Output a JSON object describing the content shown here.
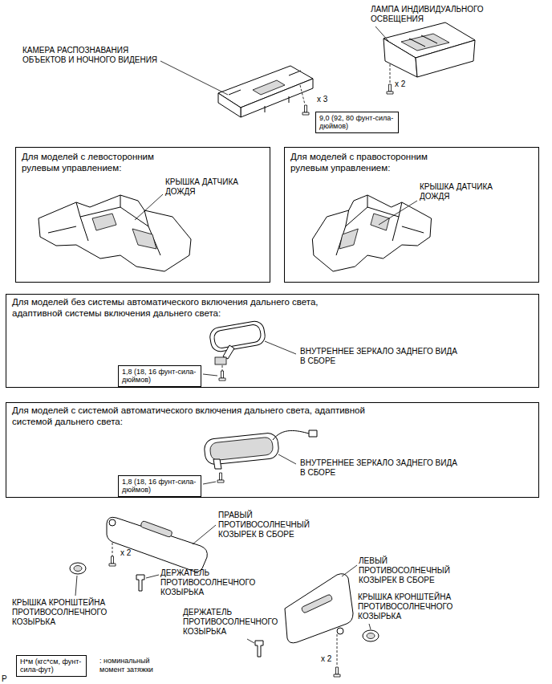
{
  "diagram": {
    "nodes": [
      {
        "text": [
          "Для моделей с левосторонним рулевым управлением:",
          "КРЫШКА ДАТЧИКА ДОЖДЯ"
        ]
      },
      {
        "text": [
          "Для моделей с правосторонним рулевым управлением:",
          "КРЫШКА ДАТЧИКА ДОЖДЯ"
        ]
      },
      {
        "text": [
          "Для моделей без системы автоматического включения дальнего света, адаптивной системы включения дальнего света:",
          "ВНУТРЕННЕЕ ЗЕРКАЛО ЗАДНЕГО ВИДА В СБОРЕ"
        ]
      },
      {
        "text": [
          "1,8 (18, 16 фунт-сила-дюймов)"
        ],
        "in": 2
      },
      {
        "text": [
          "Для моделей с системой автоматического включения дальнего света, адаптивной системой дальнего света:",
          "ВНУТРЕННЕЕ ЗЕРКАЛО ЗАДНЕГО ВИДА В СБОРЕ"
        ]
      },
      {
        "text": [
          "1,8 (18, 16 фунт-сила-дюймов)"
        ],
        "in": 4
      },
      {
        "text": [
          "9,0 (92, 80 фунт-сила-дюймов)"
        ]
      },
      {
        "text": [
          "Н*м (кгс*см, фунт-сила-фут)"
        ]
      }
    ],
    "labels": [
      "ЛАМПА ИНДИВИДУАЛЬНОГО ОСВЕЩЕНИЯ",
      "x 2",
      "КАМЕРА РАСПОЗНАВАНИЯ ОБЪЕКТОВ И НОЧНОГО ВИДЕНИЯ",
      "x 3",
      "ПРАВЫЙ ПРОТИВОСОЛНЕЧНЫЙ КОЗЫРЕК В СБОРЕ",
      "x 2",
      "КРЫШКА КРОНШТЕЙНА ПРОТИВОСОЛНЕЧНОГО КОЗЫРЬКА",
      "ДЕРЖАТЕЛЬ ПРОТИВОСОЛНЕЧНОГО КОЗЫРЬКА",
      "ЛЕВЫЙ ПРОТИВОСОЛНЕЧНЫЙ КОЗЫРЕК В СБОРЕ",
      "ДЕРЖАТЕЛЬ ПРОТИВОСОЛНЕЧНОГО КОЗЫРЬКА",
      "КРЫШКА КРОНШТЕЙНА ПРОТИВОСОЛНЕЧНОГО КОЗЫРЬКА",
      "x 2",
      ": номинальный момент затяжки",
      "P"
    ]
  }
}
